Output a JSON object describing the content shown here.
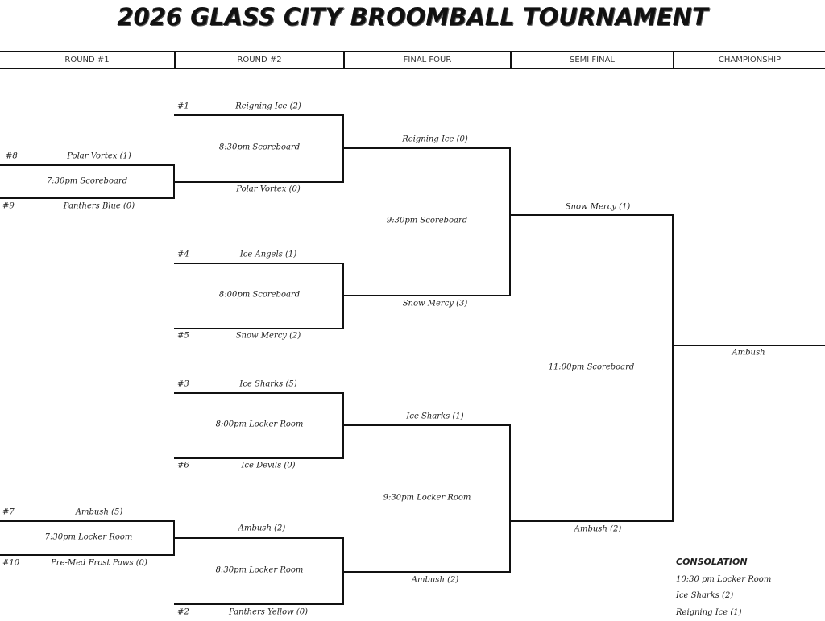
{
  "title": "2026 GLASS CITY BROOMBALL TOURNAMENT",
  "headers": [
    "ROUND #1",
    "ROUND #2",
    "FINAL FOUR",
    "SEMI FINAL",
    "CHAMPIONSHIP"
  ],
  "round1": [
    {
      "top_seed": "#8",
      "top": "Polar Vortex (1)",
      "info": "7:30pm Scoreboard",
      "bottom_seed": "#9",
      "bottom": "Panthers Blue (0)"
    },
    {
      "top_seed": "#7",
      "top": "Ambush (5)",
      "info": "7:30pm Locker Room",
      "bottom_seed": "#10",
      "bottom": "Pre-Med Frost Paws (0)"
    }
  ],
  "round2": [
    {
      "top_seed": "#1",
      "top": "Reigning Ice (2)",
      "info": "8:30pm Scoreboard",
      "bottom_seed": "",
      "bottom": "Polar Vortex (0)"
    },
    {
      "top_seed": "#4",
      "top": "Ice Angels (1)",
      "info": "8:00pm Scoreboard",
      "bottom_seed": "#5",
      "bottom": "Snow Mercy (2)"
    },
    {
      "top_seed": "#3",
      "top": "Ice Sharks (5)",
      "info": "8:00pm Locker Room",
      "bottom_seed": "#6",
      "bottom": "Ice Devils (0)"
    },
    {
      "top_seed": "",
      "top": "Ambush (2)",
      "info": "8:30pm Locker Room",
      "bottom_seed": "#2",
      "bottom": "Panthers Yellow (0)"
    }
  ],
  "final_four": [
    {
      "top": "Reigning Ice (0)",
      "info": "9:30pm Scoreboard",
      "bottom": "Snow Mercy (3)"
    },
    {
      "top": "Ice Sharks (1)",
      "info": "9:30pm Locker Room",
      "bottom": "Ambush (2)"
    }
  ],
  "semi": {
    "top": "Snow Mercy (1)",
    "info": "11:00pm Scoreboard",
    "bottom": "Ambush (2)"
  },
  "champion": "Ambush",
  "consolation": {
    "title": "CONSOLATION",
    "info": "10:30 pm Locker Room",
    "team1": "Ice Sharks (2)",
    "team2": "Reigning Ice (1)"
  }
}
